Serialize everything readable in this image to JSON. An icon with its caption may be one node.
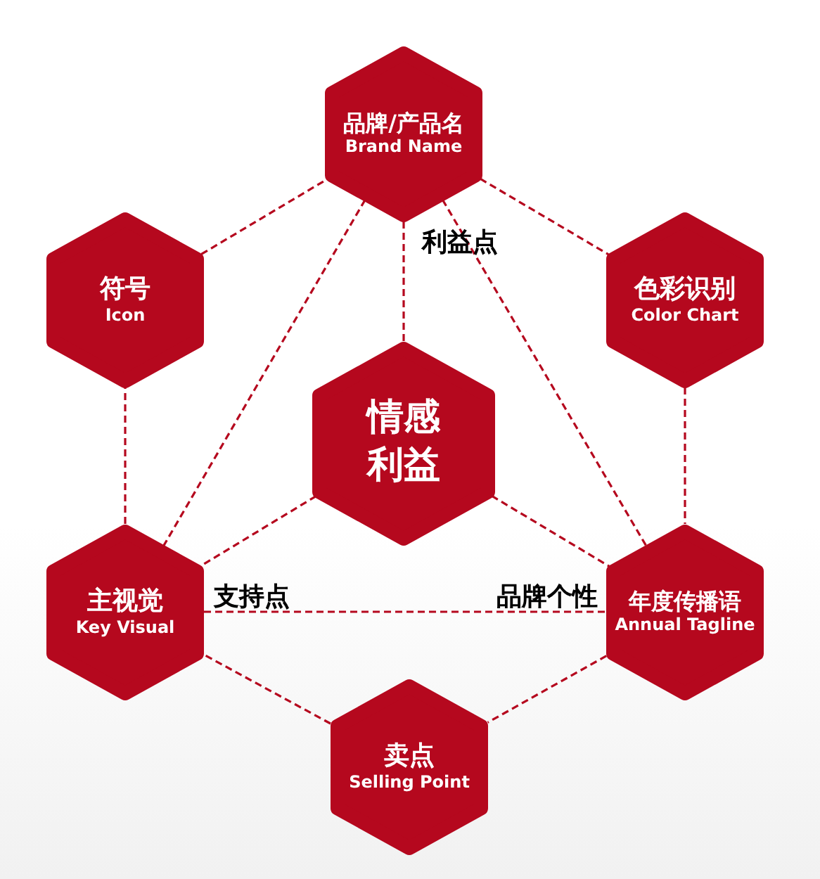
{
  "diagram": {
    "nodes": [
      {
        "text": [
          "品牌/产品名",
          "Brand Name"
        ]
      },
      {
        "text": [
          "符号",
          "Icon"
        ]
      },
      {
        "text": [
          "色彩识别",
          "Color Chart"
        ]
      },
      {
        "text": [
          "情感利益"
        ]
      },
      {
        "text": [
          "主视觉",
          "Key Visual"
        ]
      },
      {
        "text": [
          "年度传播语",
          "Annual Tagline"
        ]
      },
      {
        "text": [
          "卖点",
          "Selling Point"
        ]
      }
    ],
    "edges": [
      {
        "from": 0,
        "to": 2,
        "arrow": "none",
        "style": "dashed"
      },
      {
        "from": 2,
        "to": 5,
        "arrow": "none",
        "style": "dashed"
      },
      {
        "from": 5,
        "to": 6,
        "arrow": "none",
        "style": "dashed"
      },
      {
        "from": 6,
        "to": 4,
        "arrow": "none",
        "style": "dashed"
      },
      {
        "from": 4,
        "to": 1,
        "arrow": "none",
        "style": "dashed"
      },
      {
        "from": 1,
        "to": 0,
        "arrow": "none",
        "style": "dashed"
      },
      {
        "from": 0,
        "to": 4,
        "arrow": "none",
        "style": "dashed"
      },
      {
        "from": 0,
        "to": 5,
        "arrow": "none",
        "style": "dashed"
      },
      {
        "from": 4,
        "to": 5,
        "arrow": "none",
        "style": "dashed"
      },
      {
        "from": 0,
        "to": 3,
        "arrow": "none",
        "style": "dashed"
      },
      {
        "from": 3,
        "to": 4,
        "arrow": "none",
        "style": "dashed"
      },
      {
        "from": 3,
        "to": 5,
        "arrow": "none",
        "style": "dashed"
      }
    ],
    "labels": [
      "利益点",
      "支持点",
      "品牌个性"
    ]
  }
}
